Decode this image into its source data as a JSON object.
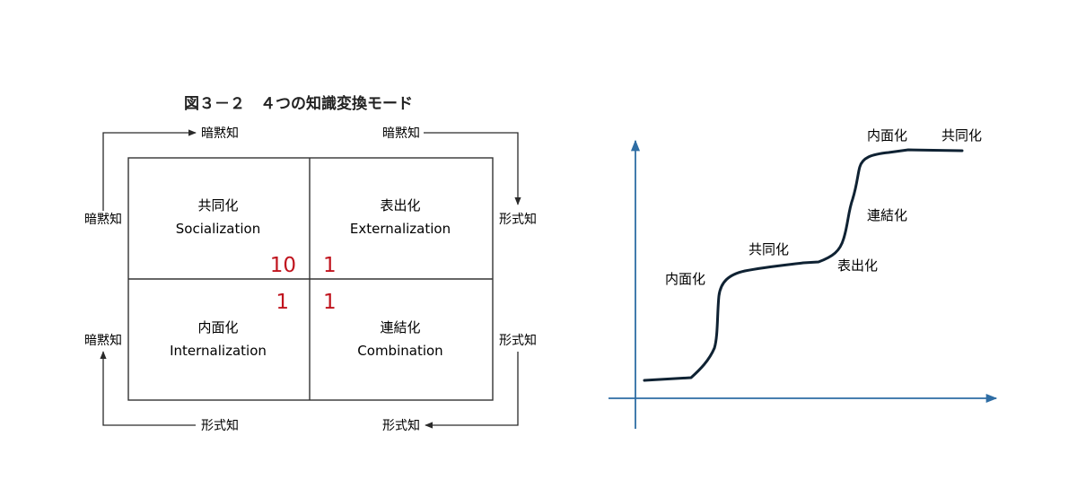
{
  "left_figure": {
    "title": "図３－２　４つの知識変換モード",
    "quadrants": {
      "top_left": {
        "jp": "共同化",
        "en": "Socialization"
      },
      "top_right": {
        "jp": "表出化",
        "en": "Externalization"
      },
      "bottom_left": {
        "jp": "内面化",
        "en": "Internalization"
      },
      "bottom_right": {
        "jp": "連結化",
        "en": "Combination"
      }
    },
    "edge_labels": {
      "top_left": "暗黙知",
      "top_right": "暗黙知",
      "right_upper": "形式知",
      "right_lower": "形式知",
      "bottom_right": "形式知",
      "bottom_left": "形式知",
      "left_lower": "暗黙知",
      "left_upper": "暗黙知"
    },
    "annotations": {
      "top_left": "10",
      "top_right": "1",
      "bottom_left": "1",
      "bottom_right": "1",
      "color": "#c0141e"
    }
  },
  "right_figure": {
    "curve_color": "#0f2233",
    "axis_color": "#2e6da4",
    "stage_labels": {
      "internalization_1": "内面化",
      "socialization_1": "共同化",
      "externalization": "表出化",
      "combination": "連結化",
      "internalization_2": "内面化",
      "socialization_2": "共同化"
    }
  }
}
